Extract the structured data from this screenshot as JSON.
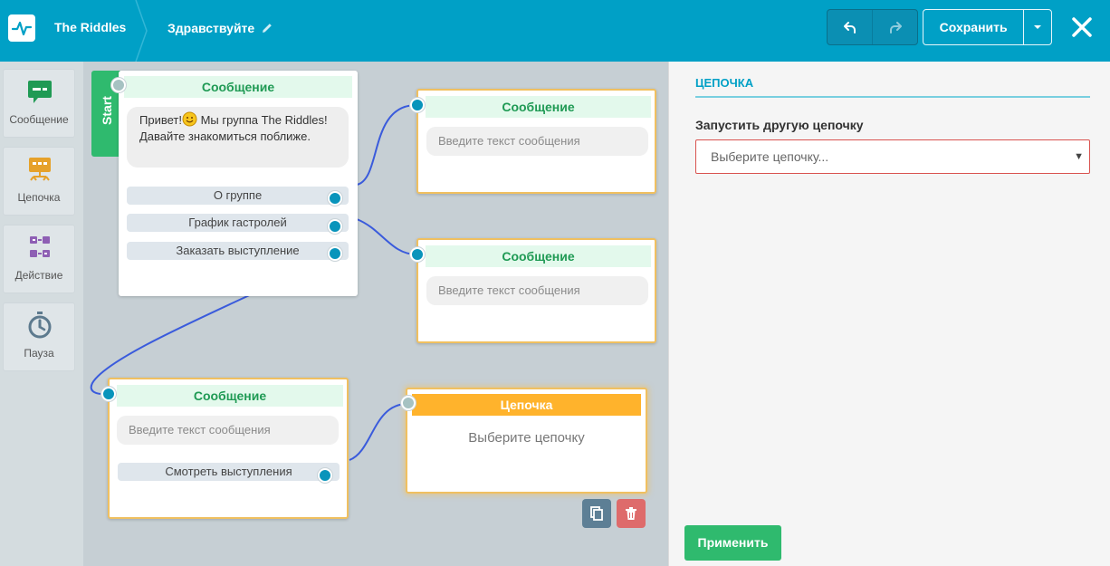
{
  "header": {
    "brand": "The Riddles",
    "chain_title": "Здравствуйте",
    "save_label": "Сохранить"
  },
  "sidebar": {
    "tools": [
      {
        "label": "Сообщение",
        "icon": "message-icon",
        "color": "#1f9a54"
      },
      {
        "label": "Цепочка",
        "icon": "chain-icon",
        "color": "#e6a12a"
      },
      {
        "label": "Действие",
        "icon": "action-icon",
        "color": "#8e5fb4"
      },
      {
        "label": "Пауза",
        "icon": "timer-icon",
        "color": "#5d7a8e"
      }
    ]
  },
  "canvas": {
    "start_label": "Start",
    "start_node": {
      "title": "Сообщение",
      "text_before_emoji": "Привет!",
      "text_after_emoji": " Мы группа The Riddles! Давайте знакомиться поближе.",
      "buttons": [
        "О группе",
        "График гастролей",
        "Заказать выступление"
      ]
    },
    "message_node_1": {
      "title": "Сообщение",
      "placeholder": "Введите текст сообщения"
    },
    "message_node_2": {
      "title": "Сообщение",
      "placeholder": "Введите текст сообщения"
    },
    "message_node_3": {
      "title": "Сообщение",
      "placeholder": "Введите текст сообщения",
      "button": "Смотреть выступления"
    },
    "chain_node": {
      "title": "Цепочка",
      "text": "Выберите цепочку"
    }
  },
  "panel": {
    "title": "ЦЕПОЧКА",
    "label": "Запустить другую цепочку",
    "select_value": "Выберите цепочку...",
    "apply_label": "Применить"
  },
  "colors": {
    "header": "#00a0c6",
    "green": "#2fba6e",
    "orange": "#ffb32c",
    "connector": "#0994bb",
    "wire": "#3a5bdc"
  }
}
